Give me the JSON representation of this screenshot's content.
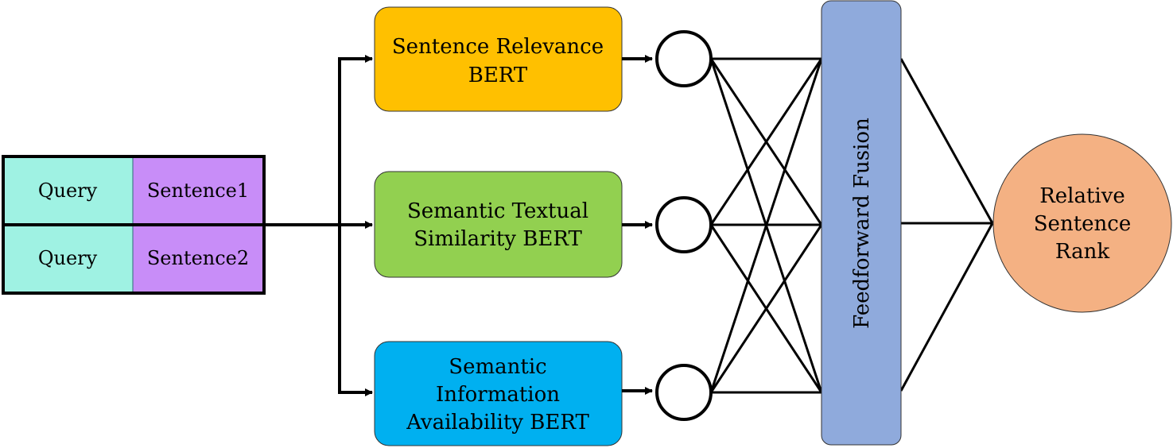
{
  "input": {
    "rows": [
      {
        "query": "Query",
        "sentence": "Sentence1"
      },
      {
        "query": "Query",
        "sentence": "Sentence2"
      }
    ]
  },
  "models": {
    "relevance": {
      "line1": "Sentence Relevance",
      "line2": "BERT"
    },
    "similarity": {
      "line1": "Semantic Textual",
      "line2": "Similarity BERT"
    },
    "availability": {
      "line1": "Semantic",
      "line2": "Information",
      "line3": "Availability BERT"
    }
  },
  "fusion": {
    "label": "Feedforward Fusion"
  },
  "output": {
    "line1": "Relative",
    "line2": "Sentence",
    "line3": "Rank"
  },
  "colors": {
    "query_cell": "#9ff2e3",
    "sentence_cell": "#c88df8",
    "relevance_box": "#ffc000",
    "similarity_box": "#92d050",
    "availability_box": "#00b0f0",
    "fusion_bar": "#8faadc",
    "output_circle": "#f4b183"
  }
}
